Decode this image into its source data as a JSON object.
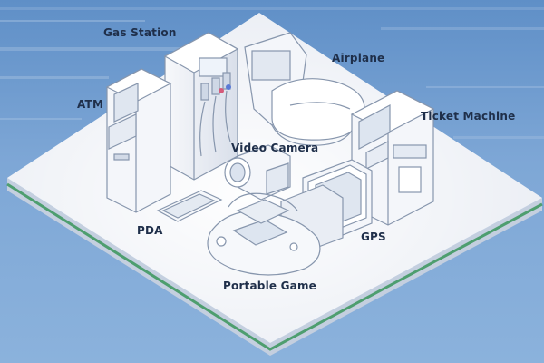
{
  "colors": {
    "background": "#6f9ad0",
    "platform_top": "#eef1f6",
    "platform_side": "#c9d3e2",
    "platform_edge": "#5aa37a",
    "device_stroke": "#8796ad",
    "label_text": "#1f2f4a"
  },
  "devices": {
    "gas_station": {
      "label": "Gas Station",
      "icon": "gas-pump-icon"
    },
    "airplane": {
      "label": "Airplane",
      "icon": "airplane-seat-icon"
    },
    "atm": {
      "label": "ATM",
      "icon": "atm-icon"
    },
    "ticket_machine": {
      "label": "Ticket Machine",
      "icon": "ticket-machine-icon"
    },
    "video_camera": {
      "label": "Video Camera",
      "icon": "video-camera-icon"
    },
    "pda": {
      "label": "PDA",
      "icon": "pda-icon"
    },
    "gps": {
      "label": "GPS",
      "icon": "gps-icon"
    },
    "portable_game": {
      "label": "Portable Game",
      "icon": "portable-game-icon"
    }
  }
}
